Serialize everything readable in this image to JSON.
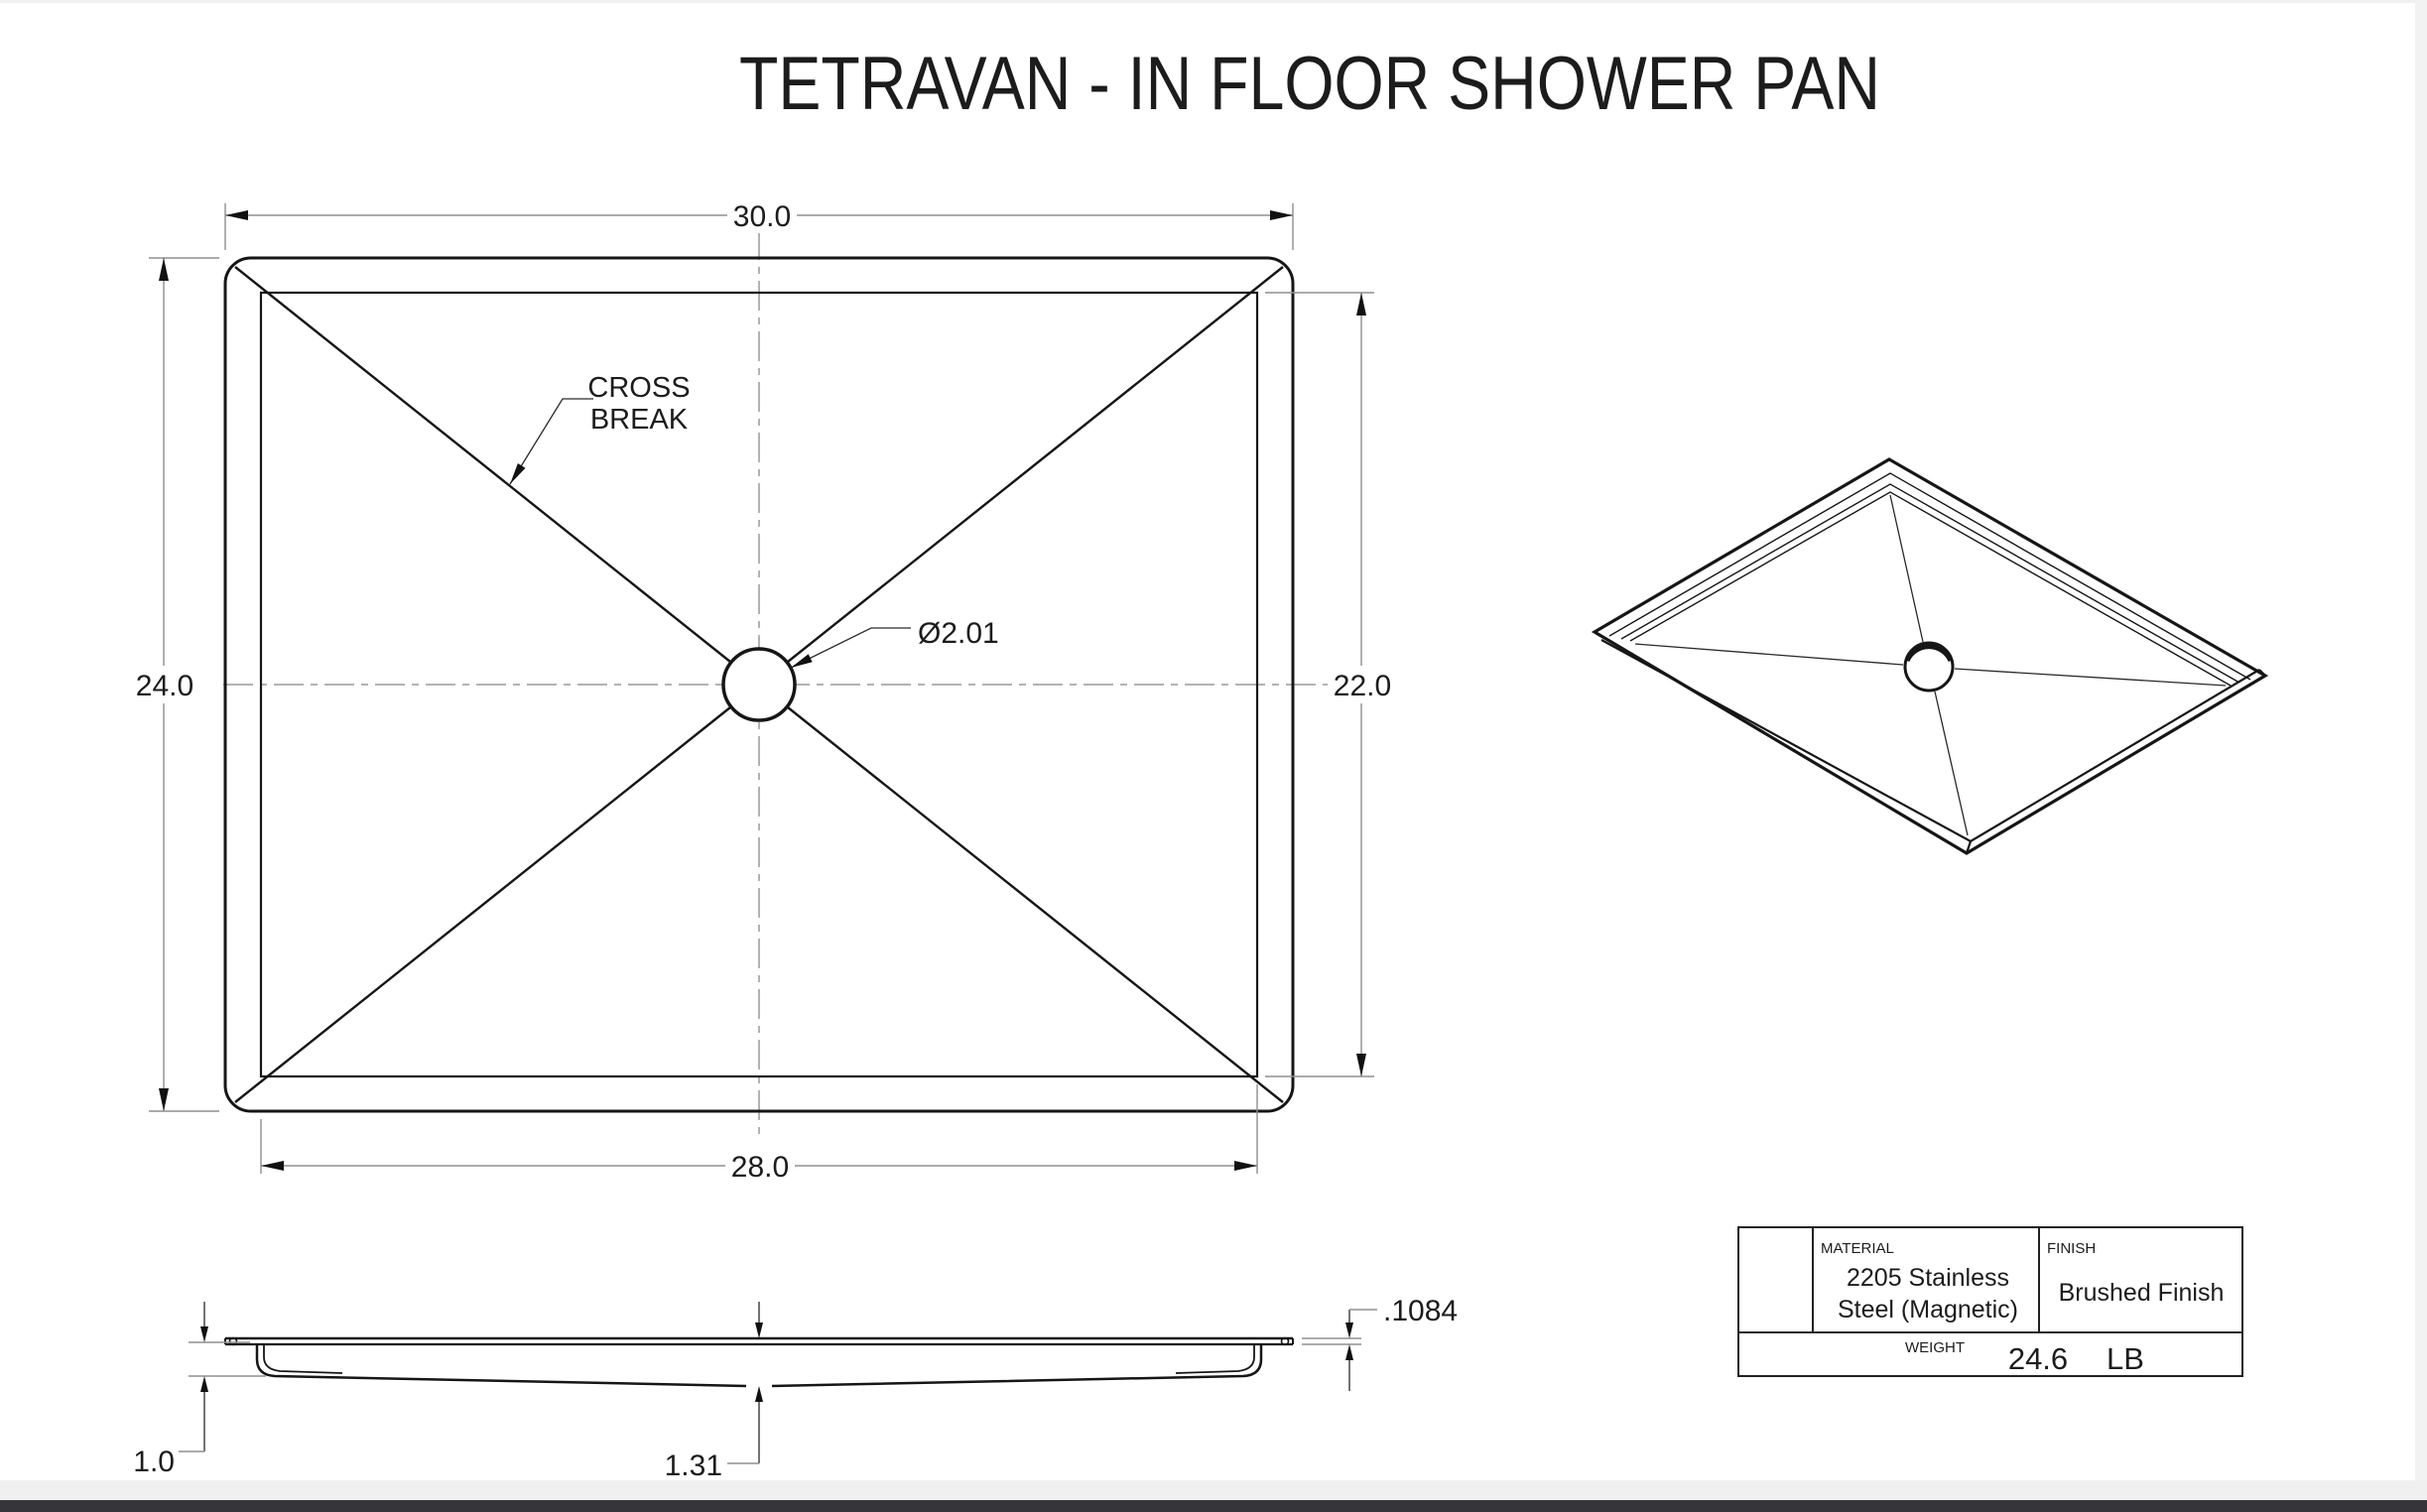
{
  "page": {
    "title": "TETRAVAN - IN FLOOR SHOWER PAN"
  },
  "top_view": {
    "dim_width_outer": "30.0",
    "dim_height_outer": "24.0",
    "dim_height_inner": "22.0",
    "dim_width_inner": "28.0",
    "drain_diameter": "Ø2.01",
    "cross_break_label_line1": "CROSS",
    "cross_break_label_line2": "BREAK"
  },
  "side_view": {
    "dim_material_thickness": ".1084",
    "dim_edge_depth": "1.0",
    "dim_center_depth": "1.31"
  },
  "title_block": {
    "material_label": "MATERIAL",
    "material_value_line1": "2205 Stainless",
    "material_value_line2": "Steel (Magnetic)",
    "finish_label": "FINISH",
    "finish_value": "Brushed Finish",
    "weight_label": "WEIGHT",
    "weight_value": "24.6",
    "weight_unit": "LB"
  }
}
